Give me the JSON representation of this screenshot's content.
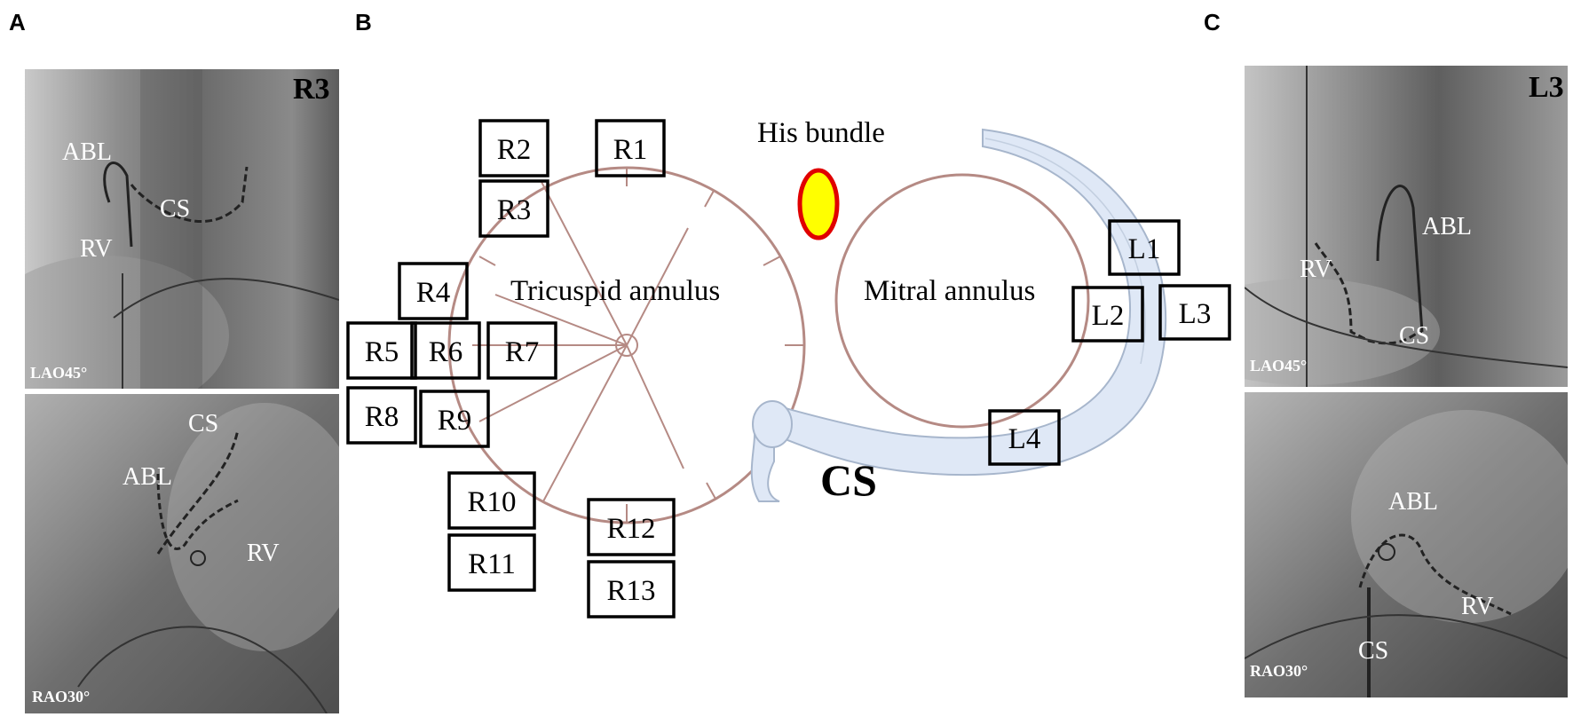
{
  "panels": {
    "a": {
      "letter": "A",
      "top_image": {
        "badge": "R3",
        "view": "LAO45°",
        "labels": {
          "abl": "ABL",
          "cs": "CS",
          "rv": "RV"
        }
      },
      "bottom_image": {
        "view": "RAO30°",
        "labels": {
          "cs": "CS",
          "abl": "ABL",
          "rv": "RV"
        }
      }
    },
    "b": {
      "letter": "B",
      "his_bundle": "His bundle",
      "tricuspid": "Tricuspid annulus",
      "mitral": "Mitral annulus",
      "cs": "CS",
      "right_sites": [
        "R1",
        "R2",
        "R3",
        "R4",
        "R5",
        "R6",
        "R7",
        "R8",
        "R9",
        "R10",
        "R11",
        "R12",
        "R13"
      ],
      "left_sites": [
        "L1",
        "L2",
        "L3",
        "L4"
      ],
      "colors": {
        "annulus": "#b58a84",
        "cs_fill": "#dfe8f6",
        "cs_stroke": "#a7b6cc",
        "his_fill": "#ffff00",
        "his_stroke": "#e00000"
      }
    },
    "c": {
      "letter": "C",
      "top_image": {
        "badge": "L3",
        "view": "LAO45°",
        "labels": {
          "abl": "ABL",
          "rv": "RV",
          "cs": "CS"
        }
      },
      "bottom_image": {
        "view": "RAO30°",
        "labels": {
          "abl": "ABL",
          "rv": "RV",
          "cs": "CS"
        }
      }
    }
  }
}
